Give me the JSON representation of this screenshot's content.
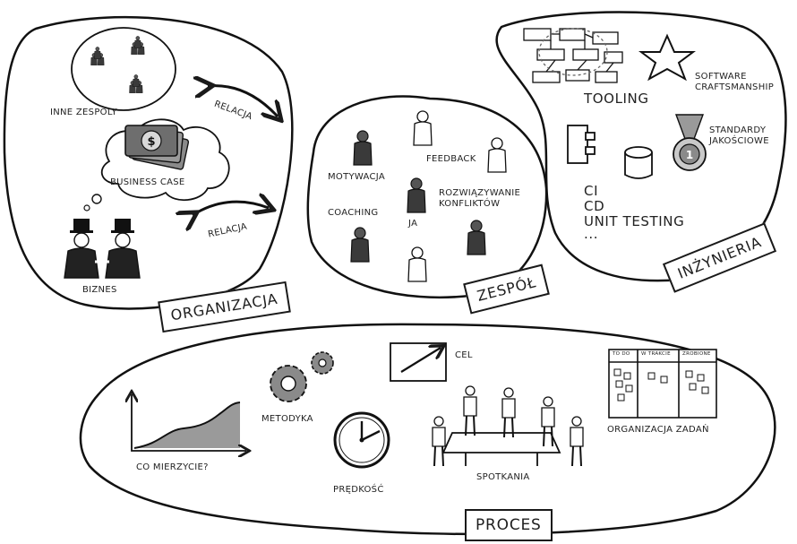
{
  "organizacja": {
    "title": "ORGANIZACJA",
    "inne_zespoly": "INNE ZESPOLY",
    "relacja_1": "RELACJA",
    "business_case": "BUSINESS CASE",
    "relacja_2": "RELACJA",
    "biznes": "BIZNES"
  },
  "zespol": {
    "title": "ZESPÓŁ",
    "motywacja": "MOTYWACJA",
    "feedback": "FEEDBACK",
    "coaching": "COACHING",
    "ja": "JA",
    "rozwiazywanie": "ROZWIĄZYWANIE\nKONFLIKTÓW"
  },
  "inzynieria": {
    "title": "INŻYNIERIA",
    "tooling": "TOOLING",
    "software_craftsmanship": "SOFTWARE\nCRAFTSMANSHIP",
    "standardy": "STANDARDY\nJAKOŚCIOWE",
    "ci": "CI",
    "cd": "CD",
    "unit_testing": "UNIT TESTING",
    "more": "..."
  },
  "proces": {
    "title": "PROCES",
    "co_mierzycie": "CO MIERZYCIE?",
    "metodyka": "METODYKA",
    "predkosc": "PRĘDKOŚĆ",
    "cel": "CEL",
    "spotkania": "SPOTKANIA",
    "organizacja_zadan": "ORGANIZACJA ZADAŃ",
    "board_columns": [
      "TO DO",
      "W TRAKCIE",
      "ZROBIONE"
    ]
  }
}
